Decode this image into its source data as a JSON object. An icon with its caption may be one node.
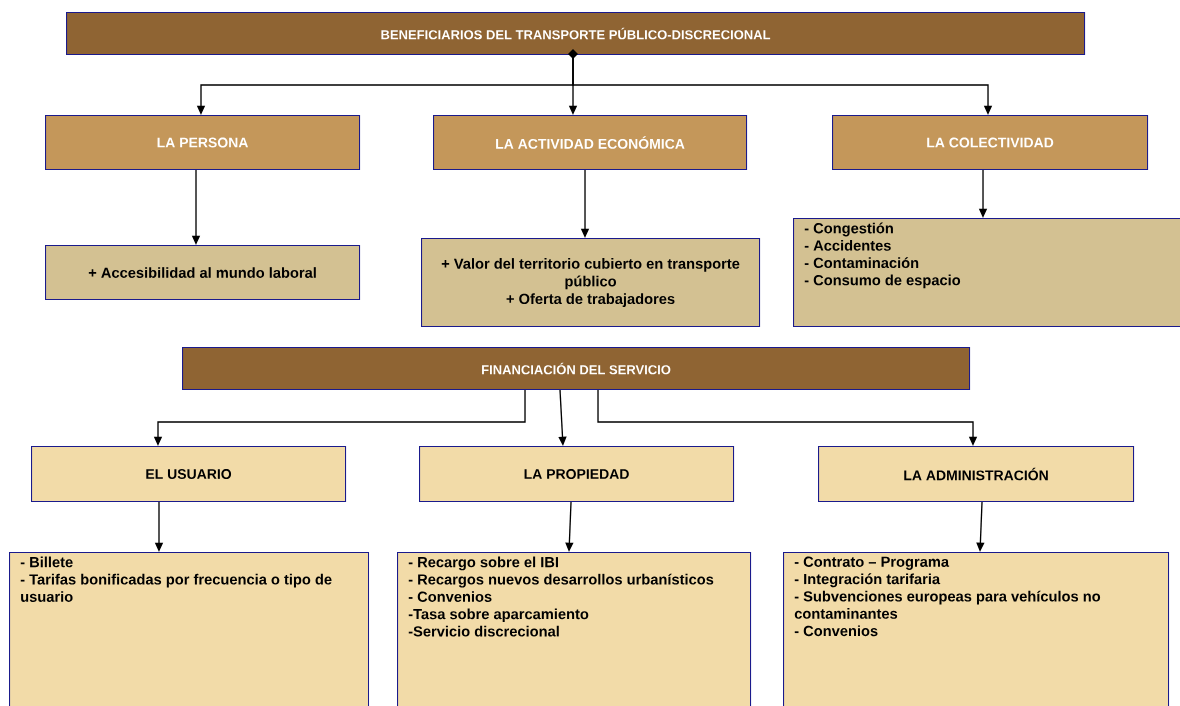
{
  "diagram": {
    "nodes": [
      {
        "text": [
          "BENEFICIARIOS DEL TRANSPORTE PÚBLICO-DISCRECIONAL"
        ]
      },
      {
        "text": [
          "LA PERSONA"
        ]
      },
      {
        "text": [
          "LA ACTIVIDAD ECONÓMICA"
        ]
      },
      {
        "text": [
          "LA COLECTIVIDAD"
        ]
      },
      {
        "text": [
          "+ Accesibilidad al mundo laboral"
        ]
      },
      {
        "text": [
          "+ Valor del territorio cubierto en transporte público",
          "+ Oferta de trabajadores"
        ]
      },
      {
        "text": [
          "- Congestión",
          "- Accidentes",
          "- Contaminación",
          "- Consumo de espacio"
        ]
      },
      {
        "text": [
          "FINANCIACIÓN DEL SERVICIO"
        ]
      },
      {
        "text": [
          "EL USUARIO"
        ]
      },
      {
        "text": [
          "LA PROPIEDAD"
        ]
      },
      {
        "text": [
          "LA ADMINISTRACIÓN"
        ]
      },
      {
        "text": [
          "- Billete",
          "- Tarifas bonificadas por frecuencia o tipo de usuario"
        ]
      },
      {
        "text": [
          "- Recargo sobre el IBI",
          "- Recargos nuevos desarrollos urbanísticos",
          "- Convenios",
          "-Tasa sobre aparcamiento",
          "-Servicio discrecional"
        ]
      },
      {
        "text": [
          "- Contrato – Programa",
          "- Integración tarifaria",
          "- Subvenciones europeas para vehículos no contaminantes",
          "- Convenios"
        ]
      }
    ],
    "edges": [
      {
        "from": 0,
        "to": 1,
        "arrow": "to"
      },
      {
        "from": 0,
        "to": 2,
        "arrow": "to"
      },
      {
        "from": 0,
        "to": 3,
        "arrow": "to"
      },
      {
        "from": 1,
        "to": 4,
        "arrow": "to"
      },
      {
        "from": 2,
        "to": 5,
        "arrow": "to"
      },
      {
        "from": 3,
        "to": 6,
        "arrow": "to"
      },
      {
        "from": 7,
        "to": 8,
        "arrow": "to"
      },
      {
        "from": 7,
        "to": 9,
        "arrow": "to"
      },
      {
        "from": 7,
        "to": 10,
        "arrow": "to"
      },
      {
        "from": 8,
        "to": 11,
        "arrow": "to"
      },
      {
        "from": 9,
        "to": 12,
        "arrow": "to"
      },
      {
        "from": 10,
        "to": 13,
        "arrow": "to"
      }
    ]
  }
}
